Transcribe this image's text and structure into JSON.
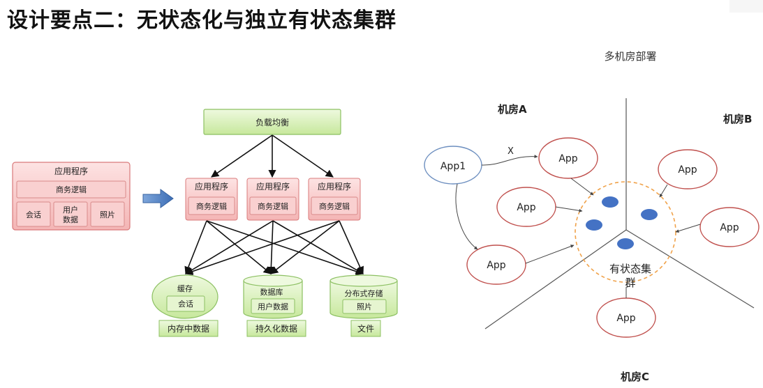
{
  "title": "设计要点二：无状态化与独立有状态集群",
  "left": {
    "app": {
      "title": "应用程序",
      "logic": "商务逻辑",
      "session": "会话",
      "user_data_1": "用户",
      "user_data_2": "数据",
      "photo": "照片"
    },
    "lb": "负载均衡",
    "apps": [
      {
        "title": "应用程序",
        "logic": "商务逻辑"
      },
      {
        "title": "应用程序",
        "logic": "商务逻辑"
      },
      {
        "title": "应用程序",
        "logic": "商务逻辑"
      }
    ],
    "stores": [
      {
        "name": "缓存",
        "inner": "会话",
        "label": "内存中数据"
      },
      {
        "name": "数据库",
        "inner": "用户数据",
        "label": "持久化数据"
      },
      {
        "name": "分布式存储",
        "inner": "照片",
        "label": "文件"
      }
    ]
  },
  "right": {
    "header": "多机房部署",
    "room_a": "机房A",
    "room_b": "机房B",
    "room_c": "机房C",
    "app1": "App1",
    "x_label": "X",
    "app": "App",
    "cluster_line1": "有状态集",
    "cluster_line2": "群"
  },
  "colors": {
    "pink_fill": "#f7c6c6",
    "pink_stroke": "#d9797a",
    "green_fill": "#d6f0b4",
    "green_stroke": "#8cc062",
    "arrow_blue": "#4f7ec1",
    "red_ellipse": "#c0504d",
    "blue_ellipse": "#6c8ebf",
    "orange_dash": "#f0a24a",
    "dot_blue": "#4472c4"
  }
}
